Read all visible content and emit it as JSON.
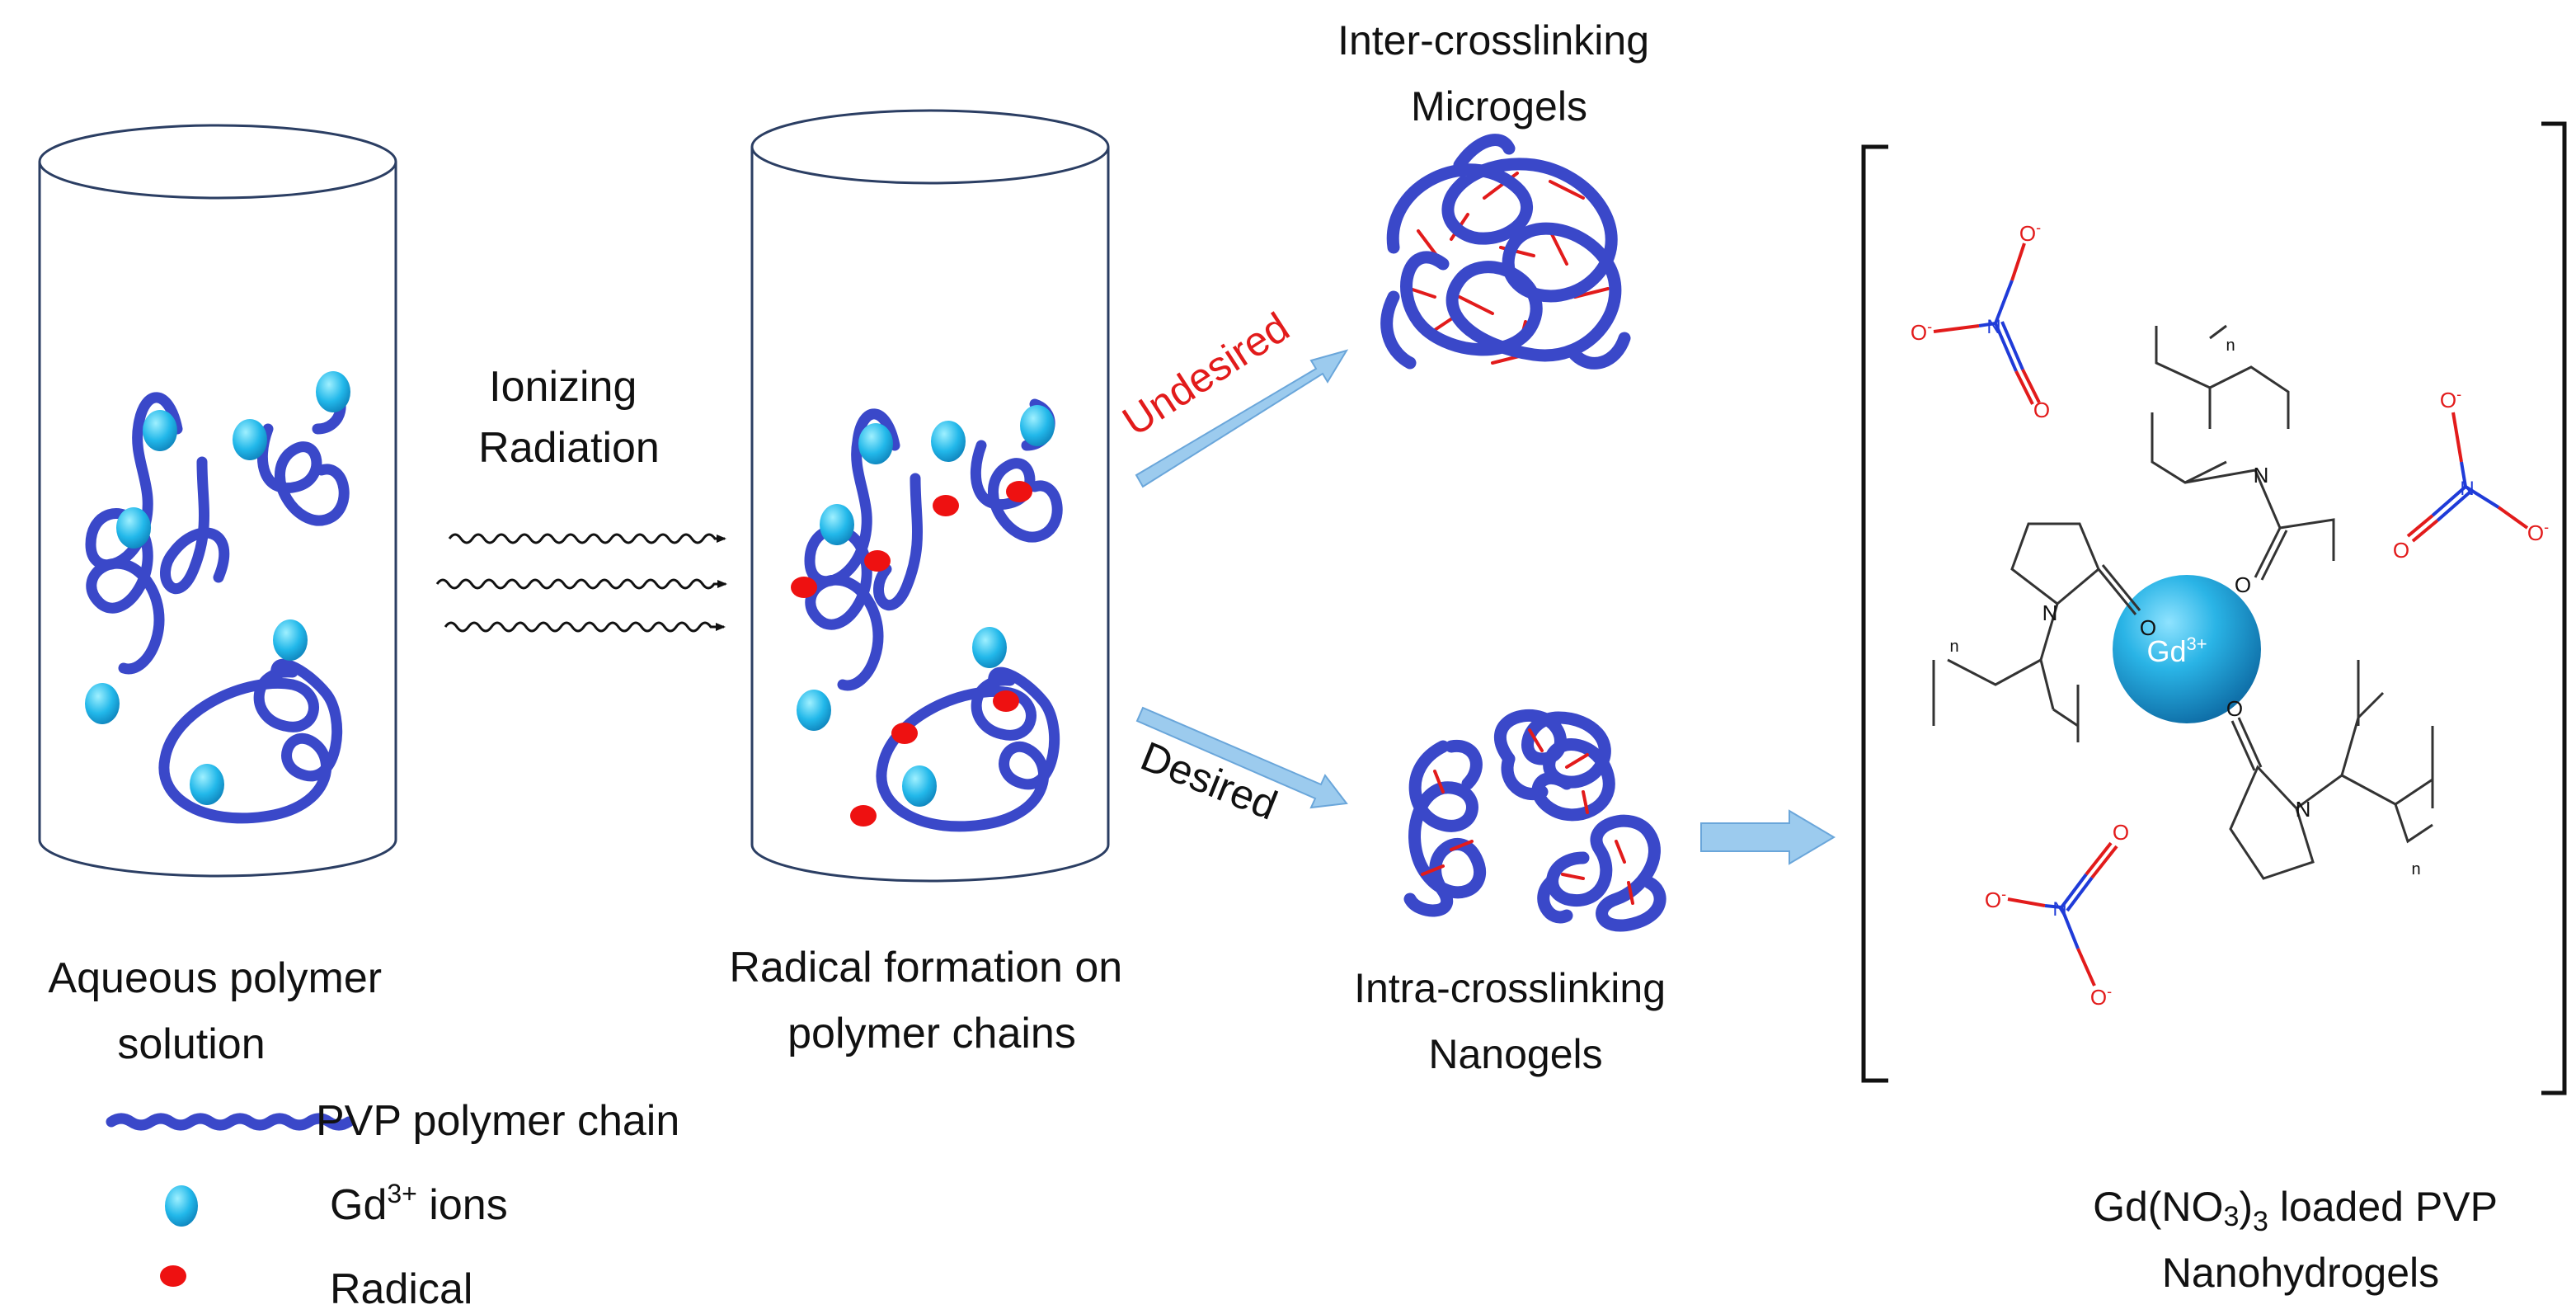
{
  "colors": {
    "polymer": "#3a48c9",
    "gd_ion": "#2ab4e6",
    "radical": "#ee1111",
    "arrow_fill": "#9ccbee",
    "arrow_stroke": "#6aa6da",
    "bond_red": "#e21b1b",
    "bond_blue": "#1f3bd8",
    "structure": "#333333",
    "undesired_text": "#e21b1b"
  },
  "labels": {
    "aqueous_line1": "Aqueous polymer",
    "aqueous_line2": "solution",
    "ionizing_line1": "Ionizing",
    "ionizing_line2": "Radiation",
    "radical_line1": "Radical formation on",
    "radical_line2": "polymer chains",
    "undesired": "Undesired",
    "desired": "Desired",
    "inter_line1": "Inter-crosslinking",
    "inter_line2": "Microgels",
    "intra_line1": "Intra-crosslinking",
    "intra_line2": "Nanogels",
    "final_line1_a": "Gd(NO",
    "final_line1_sub1": "3",
    "final_line1_b": ")",
    "final_line1_sub2": "3",
    "final_line1_c": " loaded PVP",
    "final_line2": "Nanohydrogels"
  },
  "legend": {
    "polymer": "PVP polymer chain",
    "gd_base": "Gd",
    "gd_sup": "3+",
    "gd_rest": " ions",
    "radical": "Radical"
  },
  "structure": {
    "gd_base": "Gd",
    "gd_sup": "3+",
    "nitrate_n": "N",
    "nitrate_o": "O",
    "nitrate_o_minus": "O",
    "minus": "-",
    "plus": "+",
    "pvp_n": "N",
    "pvp_o": "O",
    "repeat_n": "n"
  }
}
